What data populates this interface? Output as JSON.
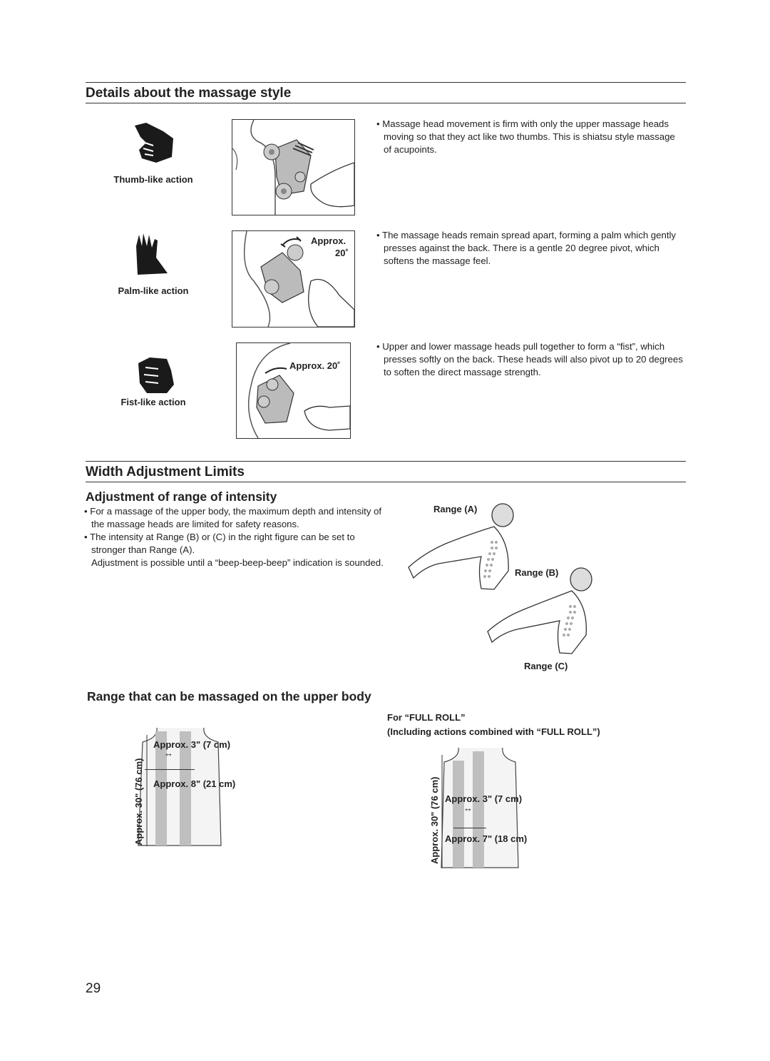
{
  "section1": {
    "title": "Details about the massage style",
    "actions": [
      {
        "caption": "Thumb-like action",
        "icon": "thumb-hand-icon",
        "text": "Massage head movement is firm with only the upper massage heads moving so that they act like two thumbs. This is shiatsu style massage of acupoints."
      },
      {
        "caption": "Palm-like action",
        "icon": "palm-hand-icon",
        "angle_label_1": "Approx.",
        "angle_label_2": "20˚",
        "text": "The massage heads remain spread apart, forming a palm which gently presses against the back. There is a gentle 20 degree pivot, which softens the massage feel."
      },
      {
        "caption": "Fist-like action",
        "icon": "fist-hand-icon",
        "angle_label": "Approx. 20˚",
        "text": "Upper and lower massage heads pull together to form a “fist”, which presses softly on the back. These heads will also pivot up to 20 degrees to soften the direct massage strength."
      }
    ]
  },
  "section2": {
    "title": "Width Adjustment Limits",
    "subtitle": "Adjustment of range of intensity",
    "bullets": [
      "For a massage of the upper body, the maximum depth and intensity of the massage heads are limited for safety reasons.",
      "The intensity at Range (B) or (C) in the right figure can be set to stronger than Range (A)."
    ],
    "note": "Adjustment is possible until a “beep-beep-beep” indication is sounded.",
    "range_a": "Range (A)",
    "range_b": "Range (B)",
    "range_c": "Range (C)"
  },
  "section3": {
    "title": "Range that can be massaged on the upper body",
    "left": {
      "height": "Approx. 30\" (76 cm)",
      "narrow": "Approx. 3\" (7 cm)",
      "wide": "Approx. 8\" (21 cm)"
    },
    "right": {
      "heading_1": "For “FULL ROLL”",
      "heading_2": "(Including actions combined with “FULL ROLL”)",
      "height": "Approx. 30\" (76 cm)",
      "narrow": "Approx. 3\" (7 cm)",
      "wide": "Approx. 7\" (18 cm)"
    }
  },
  "page_number": "29"
}
